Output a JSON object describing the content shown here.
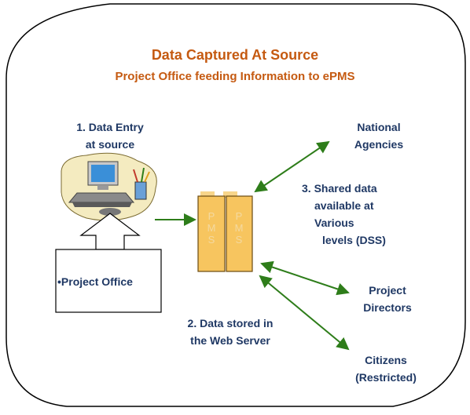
{
  "title": "Data Captured At Source",
  "subtitle": "Project Office feeding Information to ePMS",
  "step1": {
    "line1": "1. Data Entry",
    "line2": "at source"
  },
  "office_label": "•Project Office",
  "step2": {
    "line1": "2. Data stored in",
    "line2": "the Web Server"
  },
  "step3": {
    "line1": "3. Shared data",
    "line2": "available at",
    "line3": "Various",
    "line4": "levels (DSS)"
  },
  "national": {
    "line1": "National",
    "line2": "Agencies"
  },
  "directors": {
    "line1": "Project",
    "line2": "Directors"
  },
  "citizens": {
    "line1": "Citizens",
    "line2": "(Restricted)"
  },
  "server_letters": [
    "P",
    "M",
    "S"
  ],
  "colors": {
    "title": "#c55a11",
    "text": "#1f3864",
    "arrow": "#2e7d1a",
    "server": "#f7c55f"
  }
}
